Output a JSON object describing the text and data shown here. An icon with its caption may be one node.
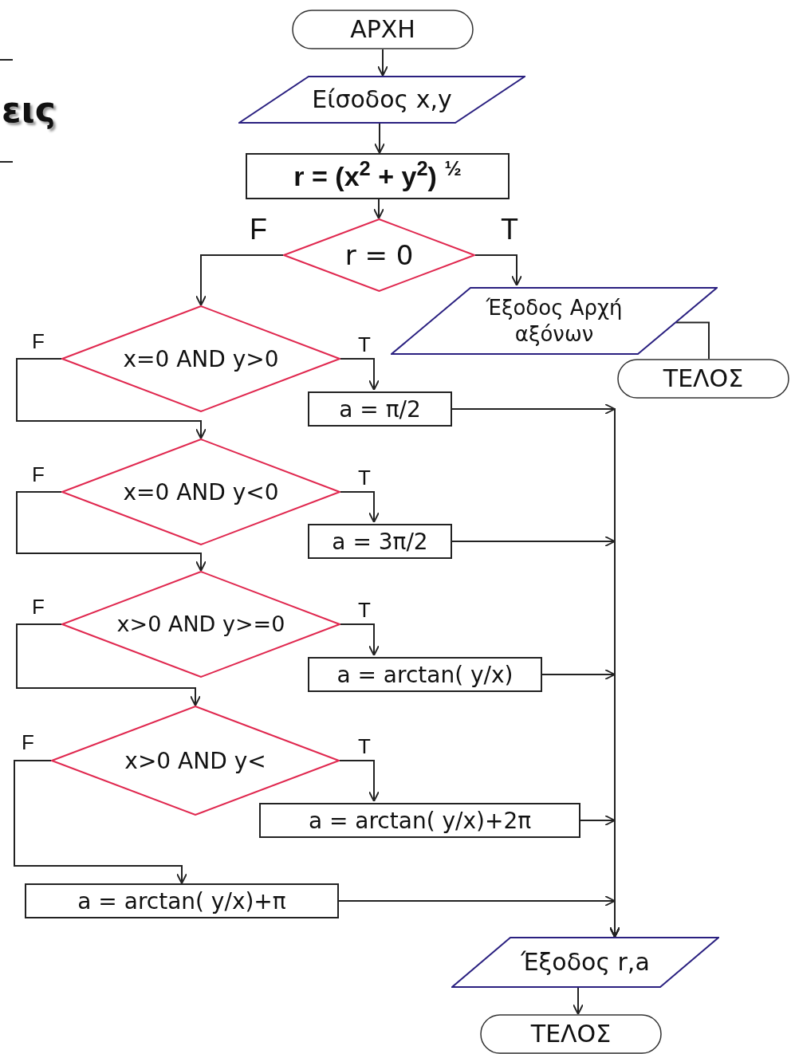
{
  "diagram": {
    "nodes": [
      {
        "text": [
          "ΑΡΧΗ"
        ]
      },
      {
        "text": [
          "Είσοδος x,y"
        ]
      },
      {
        "text": [
          "r = (x$^{2}$ + y$^{2}$) $^{½}$"
        ]
      },
      {
        "text": [
          "r = 0"
        ]
      },
      {
        "text": [
          "Έξοδος Αρχή αξόνων"
        ]
      },
      {
        "text": [
          "ΤΕΛΟΣ"
        ]
      },
      {
        "text": [
          "x=0 AND y>0"
        ]
      },
      {
        "text": [
          "a = π/2"
        ]
      },
      {
        "text": [
          "x=0 AND y<0"
        ]
      },
      {
        "text": [
          "a = 3π/2"
        ]
      },
      {
        "text": [
          "x>0 AND y>=0"
        ]
      },
      {
        "text": [
          "a = arctan( y/x)"
        ]
      },
      {
        "text": [
          "x>0 AND y<"
        ]
      },
      {
        "text": [
          "a = arctan( y/x)+2π"
        ]
      },
      {
        "text": [
          "a = arctan( y/x)+π"
        ]
      },
      {
        "text": [
          "Έξοδος r,a"
        ]
      },
      {
        "text": [
          "ΤΕΛΟΣ"
        ]
      }
    ],
    "edges": [
      {
        "from": 0,
        "to": 1,
        "arrow": "to"
      },
      {
        "from": 1,
        "to": 2,
        "arrow": "to"
      },
      {
        "from": 2,
        "to": 3,
        "arrow": "to"
      },
      {
        "from": 3,
        "to": 4,
        "arrow": "to",
        "label": "T"
      },
      {
        "from": 3,
        "to": 6,
        "arrow": "to",
        "label": "F"
      },
      {
        "from": 4,
        "to": 5,
        "arrow": "none"
      },
      {
        "from": 6,
        "to": 7,
        "arrow": "to",
        "label": "T"
      },
      {
        "from": 6,
        "to": 8,
        "arrow": "to",
        "label": "F"
      },
      {
        "from": 8,
        "to": 9,
        "arrow": "to",
        "label": "T"
      },
      {
        "from": 8,
        "to": 10,
        "arrow": "to",
        "label": "F"
      },
      {
        "from": 10,
        "to": 11,
        "arrow": "to",
        "label": "T"
      },
      {
        "from": 10,
        "to": 12,
        "arrow": "to",
        "label": "F"
      },
      {
        "from": 12,
        "to": 13,
        "arrow": "to",
        "label": "T"
      },
      {
        "from": 12,
        "to": 14,
        "arrow": "to",
        "label": "F"
      },
      {
        "from": 7,
        "to": 15,
        "arrow": "to"
      },
      {
        "from": 9,
        "to": 15,
        "arrow": "to"
      },
      {
        "from": 11,
        "to": 15,
        "arrow": "to"
      },
      {
        "from": 13,
        "to": 15,
        "arrow": "to"
      },
      {
        "from": 14,
        "to": 15,
        "arrow": "to"
      },
      {
        "from": 15,
        "to": 16,
        "arrow": "to"
      }
    ],
    "labels": [
      "εις"
    ]
  }
}
